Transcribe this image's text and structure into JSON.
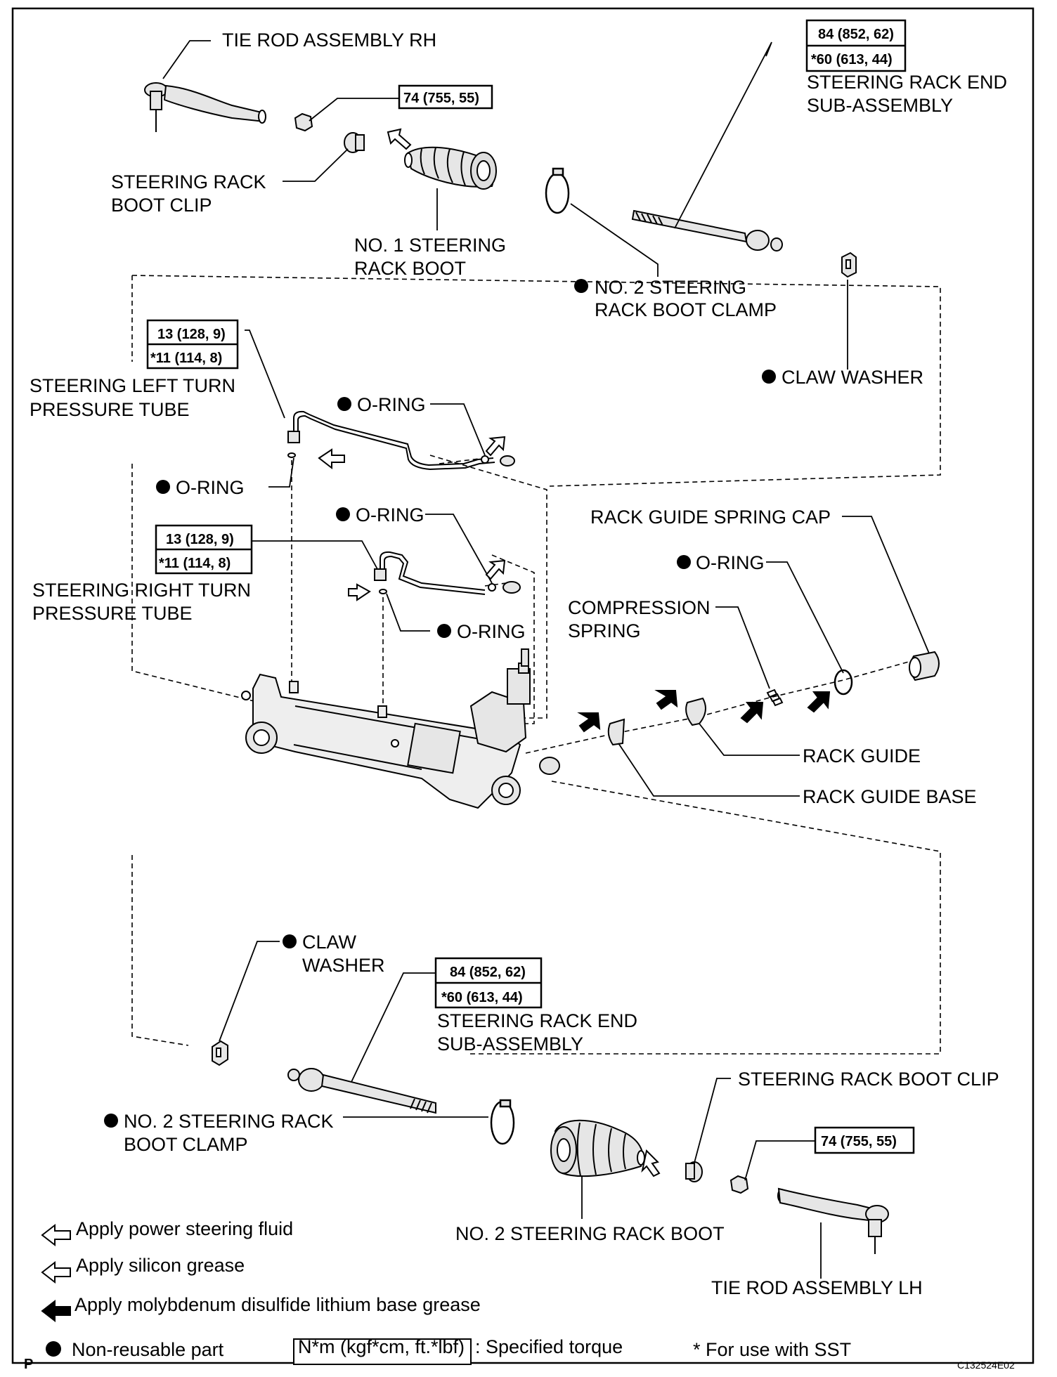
{
  "labels": {
    "tie_rod_rh": "TIE ROD ASSEMBLY RH",
    "boot_clip_top_1": "STEERING RACK",
    "boot_clip_top_2": "BOOT CLIP",
    "boot1_1": "NO. 1 STEERING",
    "boot1_2": "RACK BOOT",
    "clamp_top_1": "NO. 2 STEERING",
    "clamp_top_2": "RACK BOOT CLAMP",
    "rack_end_top_1": "STEERING RACK END",
    "rack_end_top_2": "SUB-ASSEMBLY",
    "claw_top": "CLAW WASHER",
    "left_tube_1": "STEERING LEFT TURN",
    "left_tube_2": "PRESSURE TUBE",
    "oring": "O-RING",
    "right_tube_1": "STEERING RIGHT TURN",
    "right_tube_2": "PRESSURE TUBE",
    "spring_cap": "RACK GUIDE SPRING CAP",
    "compression_1": "COMPRESSION",
    "compression_2": "SPRING",
    "rack_guide": "RACK GUIDE",
    "rack_guide_base": "RACK GUIDE BASE",
    "claw_bottom_1": "CLAW",
    "claw_bottom_2": "WASHER",
    "rack_end_bottom_1": "STEERING RACK END",
    "rack_end_bottom_2": "SUB-ASSEMBLY",
    "clamp_bottom_1": "NO. 2 STEERING RACK",
    "clamp_bottom_2": "BOOT CLAMP",
    "boot_clip_bottom": "STEERING RACK BOOT CLIP",
    "boot2": "NO. 2 STEERING RACK BOOT",
    "tie_rod_lh": "TIE ROD ASSEMBLY LH"
  },
  "torques": {
    "nut_74": "74 (755, 55)",
    "rack_end_84": "84 (852, 62)",
    "rack_end_60": "*60 (613, 44)",
    "tube_13": "13 (128, 9)",
    "tube_11": "*11 (114, 8)"
  },
  "legend": {
    "fluid": "Apply power steering fluid",
    "silicon": "Apply silicon grease",
    "moly": "Apply molybdenum disulfide lithium base grease",
    "nonreusable": "Non-reusable part",
    "torque_unit": "N*m (kgf*cm, ft.*lbf)",
    "torque_desc": ": Specified torque",
    "sst": "* For use with SST"
  },
  "footer": {
    "page_letter": "P",
    "code": "C132524E02"
  },
  "icons": [
    "open-arrow-icon",
    "filled-arrow-icon",
    "non-reusable-dot-icon"
  ],
  "colors": {
    "ink": "#000000",
    "paper": "#ffffff",
    "part_fill": "#e6e6e6"
  }
}
